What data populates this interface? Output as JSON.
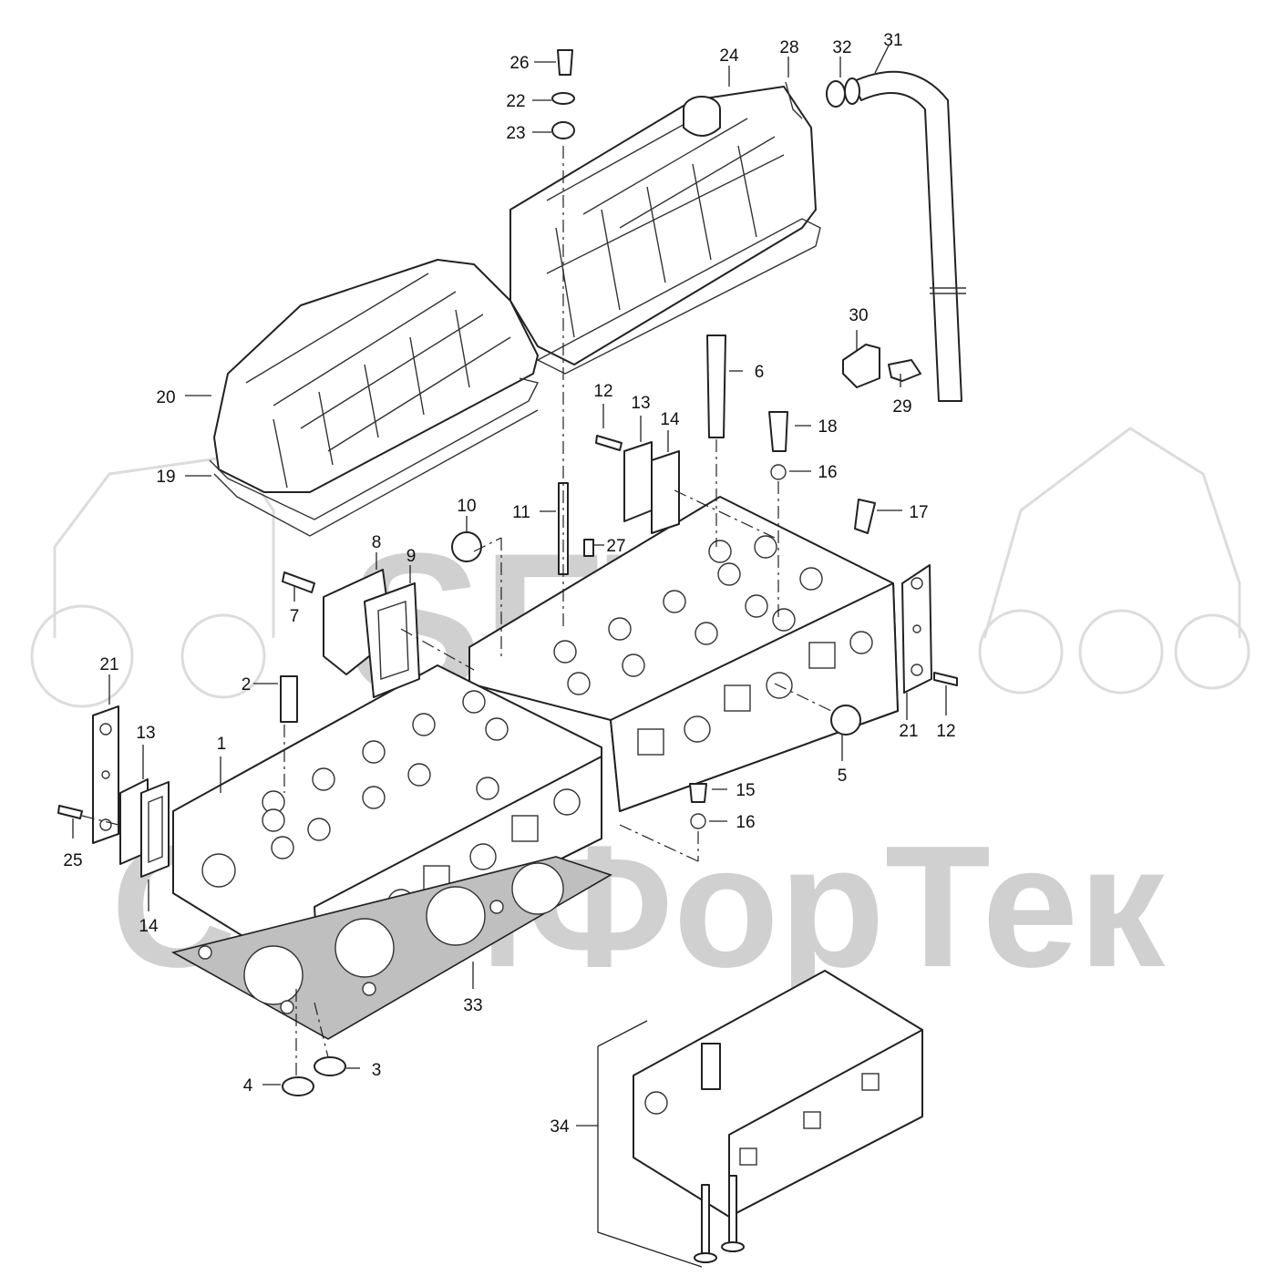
{
  "watermark": {
    "logo_text": "SFT",
    "text": "СкайФорТек"
  },
  "colors": {
    "line": "#222222",
    "gasket": "#bfbfbf",
    "watermark": "#d0d0d0",
    "background": "#ffffff"
  },
  "callouts": {
    "c1": "1",
    "c2": "2",
    "c3": "3",
    "c4": "4",
    "c5": "5",
    "c6": "6",
    "c7": "7",
    "c8": "8",
    "c9": "9",
    "c10": "10",
    "c11": "11",
    "c12a": "12",
    "c12b": "12",
    "c13a": "13",
    "c13b": "13",
    "c14a": "14",
    "c14b": "14",
    "c15": "15",
    "c16a": "16",
    "c16b": "16",
    "c17": "17",
    "c18": "18",
    "c19": "19",
    "c20": "20",
    "c21a": "21",
    "c21b": "21",
    "c22": "22",
    "c23": "23",
    "c24": "24",
    "c25": "25",
    "c26": "26",
    "c27": "27",
    "c28": "28",
    "c29": "29",
    "c30": "30",
    "c31": "31",
    "c32": "32",
    "c33": "33",
    "c34": "34"
  }
}
